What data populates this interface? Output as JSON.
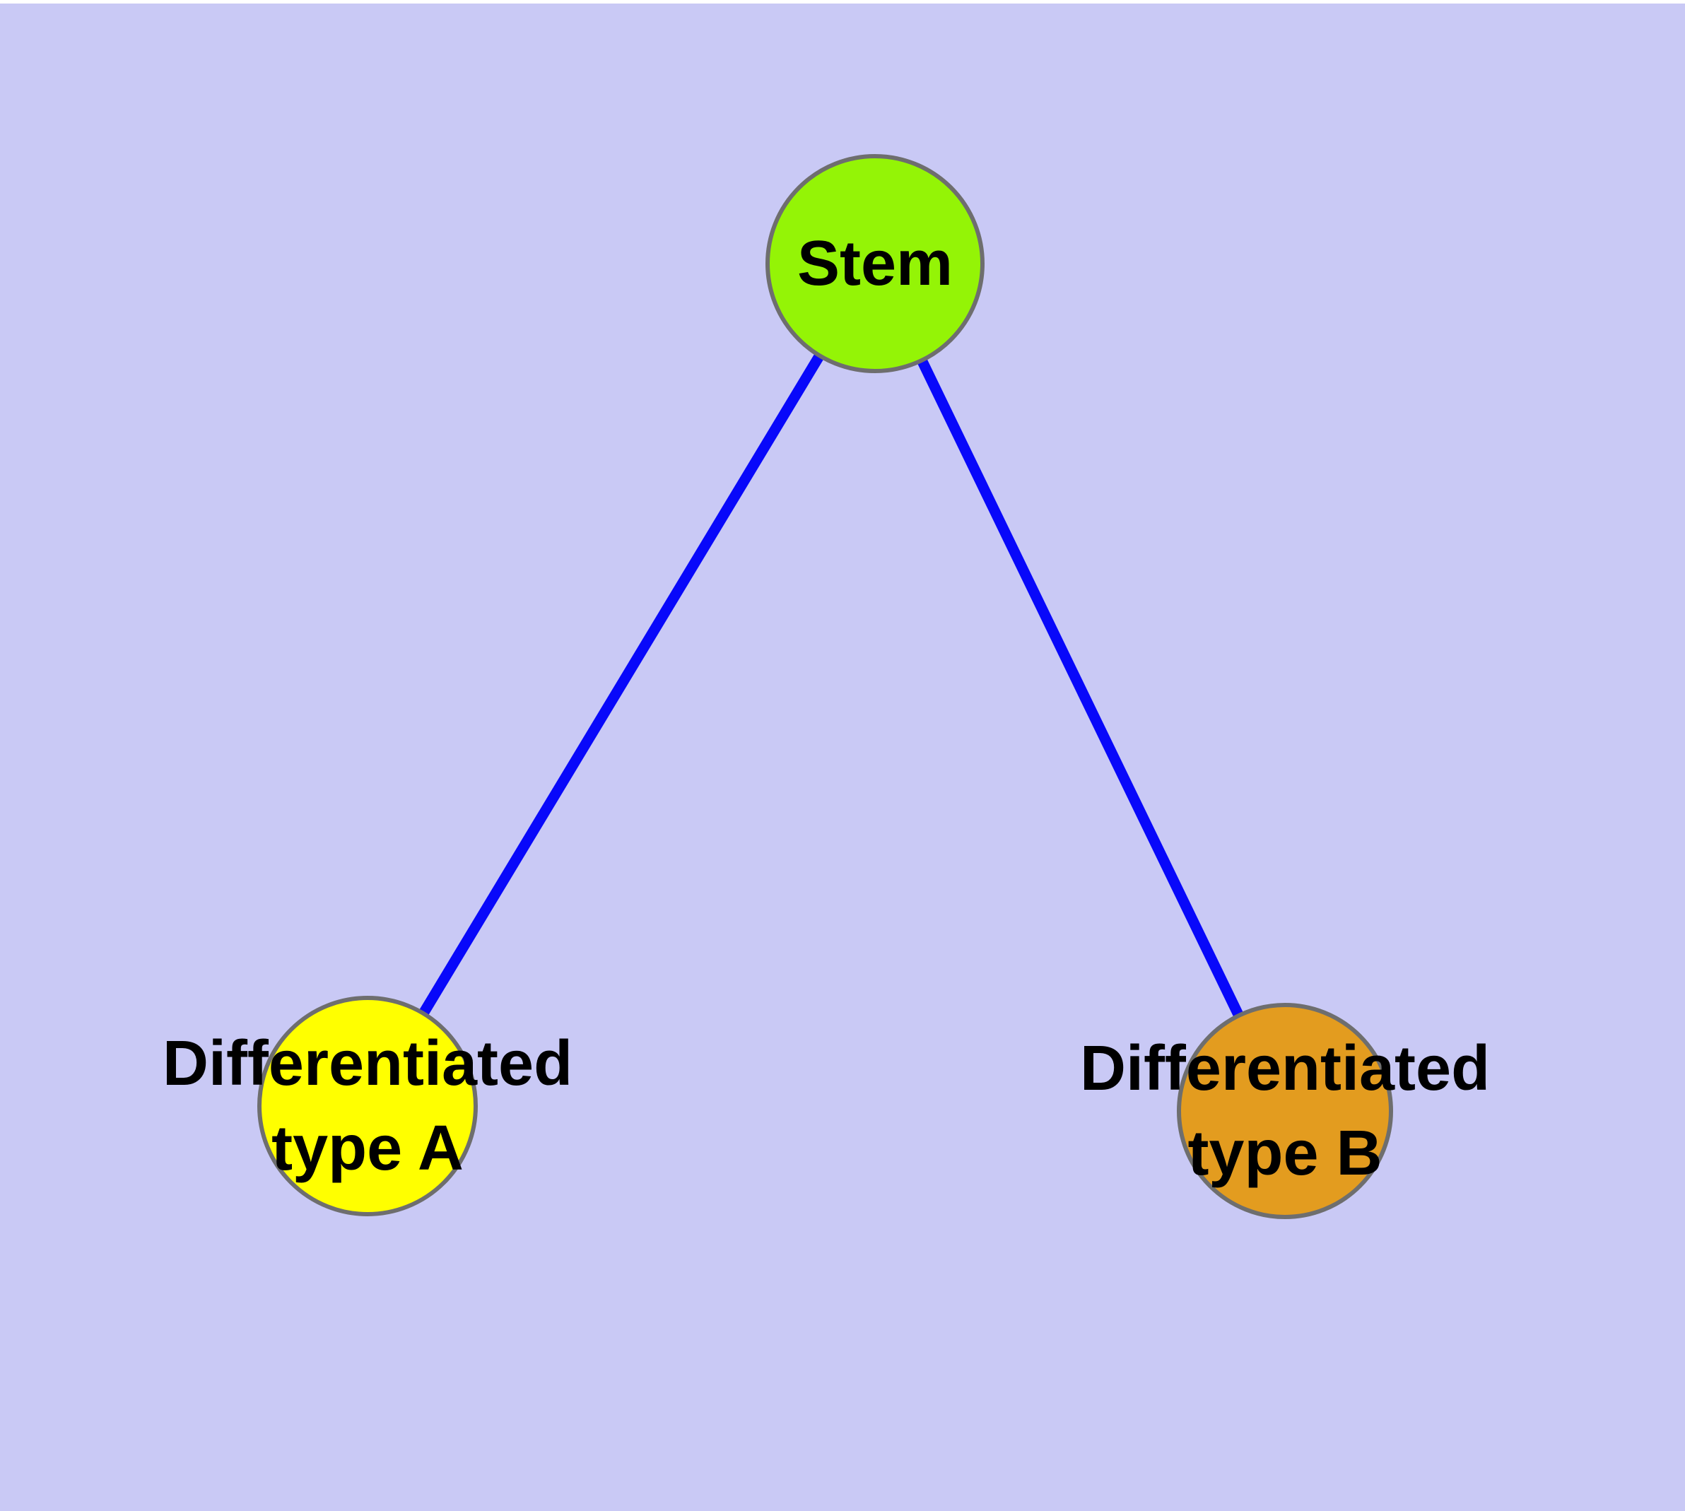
{
  "canvas": {
    "background_color": "#C9C9F5",
    "top_margin_color": "#FFFFFF",
    "text_color": "#000000"
  },
  "graph": {
    "nodes": [
      {
        "id": "stem",
        "label": "Stem",
        "fill": "#94F406",
        "border": "#6E6E6E"
      },
      {
        "id": "differentiated-type-a",
        "label_line1": "Differentiated",
        "label_line2": "type A",
        "fill": "#FFFF00",
        "border": "#6E6E6E"
      },
      {
        "id": "differentiated-type-b",
        "label_line1": "Differentiated",
        "label_line2": "type B",
        "fill": "#E39C1F",
        "border": "#6E6E6E"
      }
    ],
    "edges": [
      {
        "from": "stem",
        "to": "differentiated-type-a",
        "color": "#0808FA"
      },
      {
        "from": "stem",
        "to": "differentiated-type-b",
        "color": "#0808FA"
      }
    ]
  }
}
